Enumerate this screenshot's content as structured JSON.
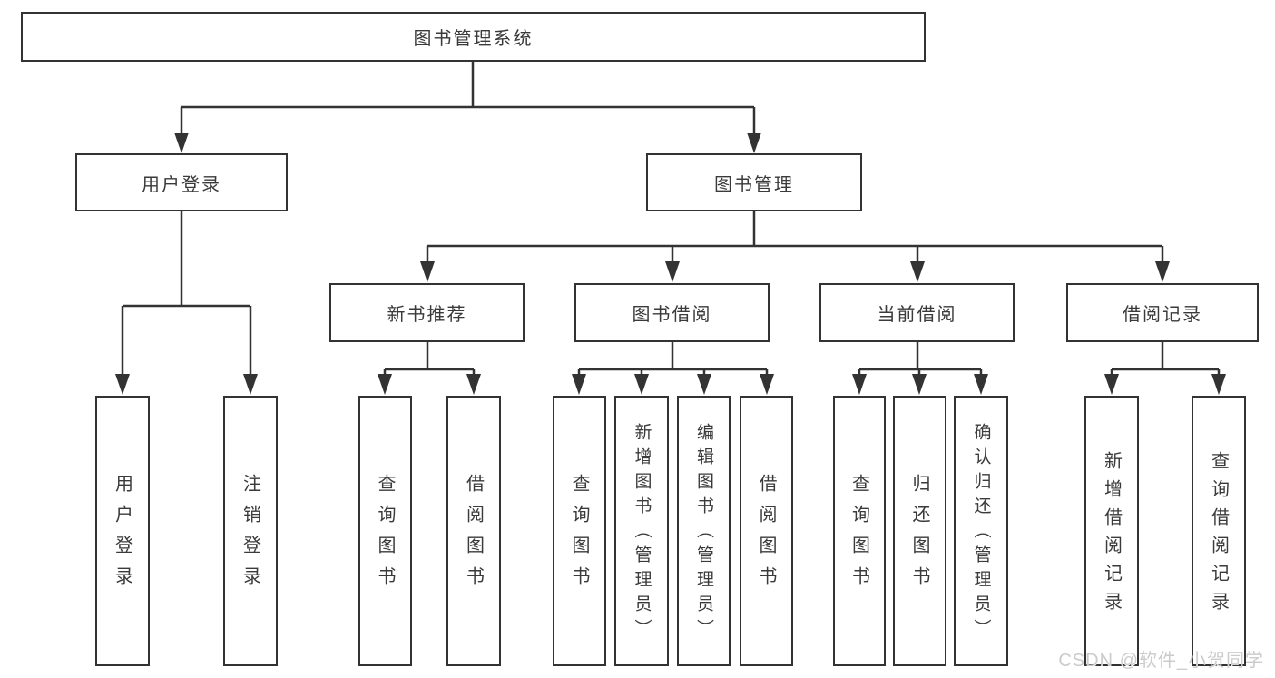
{
  "tree": {
    "label": "图书管理系统",
    "children": [
      {
        "label": "用户登录",
        "children": [
          {
            "label": "用户登录"
          },
          {
            "label": "注销登录"
          }
        ]
      },
      {
        "label": "图书管理",
        "children": [
          {
            "label": "新书推荐",
            "children": [
              {
                "label": "查询图书"
              },
              {
                "label": "借阅图书"
              }
            ]
          },
          {
            "label": "图书借阅",
            "children": [
              {
                "label": "查询图书"
              },
              {
                "label": "新增图书（管理员）"
              },
              {
                "label": "编辑图书（管理员）"
              },
              {
                "label": "借阅图书"
              }
            ]
          },
          {
            "label": "当前借阅",
            "children": [
              {
                "label": "查询图书"
              },
              {
                "label": "归还图书"
              },
              {
                "label": "确认归还（管理员）"
              }
            ]
          },
          {
            "label": "借阅记录",
            "children": [
              {
                "label": "新增借阅记录"
              },
              {
                "label": "查询借阅记录"
              }
            ]
          }
        ]
      }
    ]
  },
  "watermark": "CSDN @软件_小贺同学",
  "colors": {
    "line": "#333333",
    "box_border": "#333333",
    "box_fill": "#ffffff",
    "text": "#3a3a3a",
    "watermark": "#cbcbcb",
    "background": "#ffffff"
  }
}
